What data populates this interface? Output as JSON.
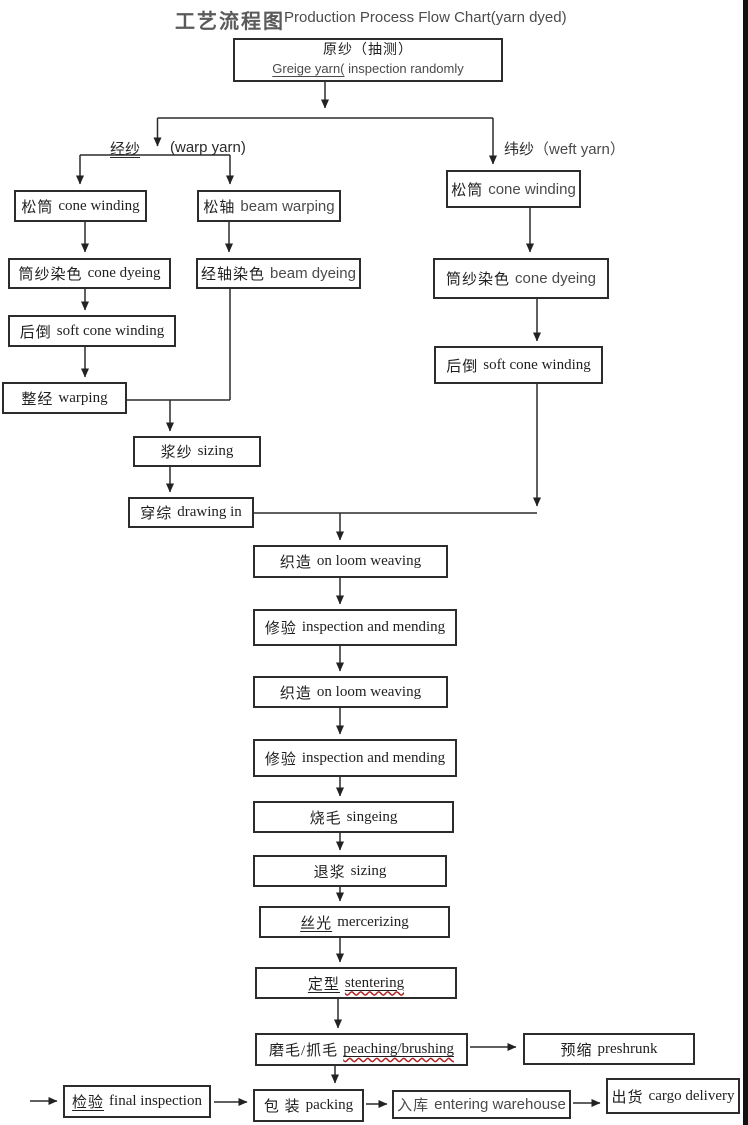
{
  "title": {
    "zh": "工艺流程图",
    "en": "Production Process Flow Chart(yarn dyed)"
  },
  "branch_labels": {
    "warp_zh": "经纱",
    "warp_en": "(warp yarn)",
    "weft_zh": "纬纱",
    "weft_en": "（weft yarn）"
  },
  "nodes": {
    "greige": {
      "zh": "原纱（抽测）",
      "en1": "Greige yarn(",
      "en2": "inspection randomly"
    },
    "cw_warp": {
      "zh": "松筒",
      "en": "cone winding"
    },
    "beam_warping": {
      "zh": "松轴",
      "en": "beam warping"
    },
    "cw_weft": {
      "zh": "松筒",
      "en": "cone winding"
    },
    "cd_warp": {
      "zh": "筒纱染色",
      "en": "cone dyeing"
    },
    "beam_dyeing": {
      "zh": "经轴染色",
      "en": "beam dyeing"
    },
    "cd_weft": {
      "zh": "筒纱染色",
      "en": "cone dyeing"
    },
    "sc_warp": {
      "zh": "后倒",
      "en": "soft cone winding"
    },
    "sc_weft": {
      "zh": "后倒",
      "en": "soft cone winding"
    },
    "warping": {
      "zh": "整经",
      "en": "warping"
    },
    "sizing1": {
      "zh": "浆纱",
      "en": "sizing"
    },
    "drawing_in": {
      "zh": "穿综",
      "en": "drawing in"
    },
    "weaving1": {
      "zh": "织造",
      "en": "on loom weaving"
    },
    "mending1": {
      "zh": "修验",
      "en": "inspection and mending"
    },
    "weaving2": {
      "zh": "织造",
      "en": "on loom weaving"
    },
    "mending2": {
      "zh": "修验",
      "en": "inspection and mending"
    },
    "singeing": {
      "zh": "烧毛",
      "en": "singeing"
    },
    "desizing": {
      "zh": "退浆",
      "en": "sizing"
    },
    "mercerizing": {
      "zh": "丝光",
      "en": "mercerizing"
    },
    "stentering": {
      "zh": "定型",
      "en": "stentering"
    },
    "peaching": {
      "zh": "磨毛/抓毛",
      "en": "peaching/brushing"
    },
    "preshrunk": {
      "zh": "预缩",
      "en": "preshrunk"
    },
    "inspection": {
      "zh": "检验",
      "en": "final inspection"
    },
    "packing": {
      "zh": "包 装",
      "en": "packing"
    },
    "warehouse": {
      "zh": "入库",
      "en": "entering warehouse"
    },
    "delivery": {
      "zh": "出货",
      "en": "cargo delivery"
    }
  },
  "colors": {
    "line": "#2b2b2b",
    "spellcheck_red": "#b22222"
  }
}
